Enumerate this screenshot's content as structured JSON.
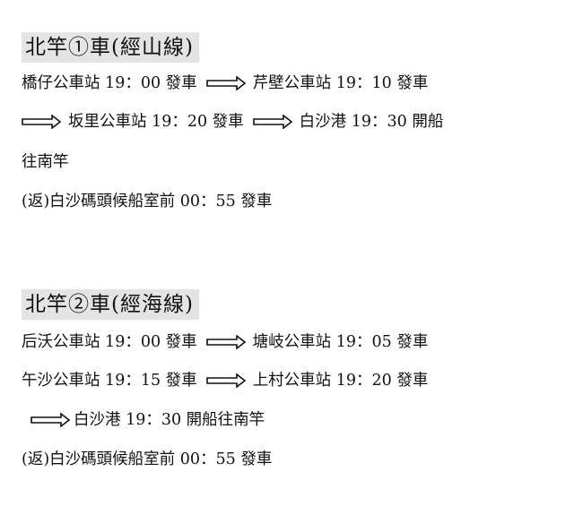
{
  "sections": [
    {
      "title": "北竿①車(經山線)",
      "lines": [
        {
          "segments": [
            "橋仔公車站 19：00 發車",
            "芹壁公車站 19：10 發車"
          ],
          "arrow_between": true,
          "lead_arrow": false
        },
        {
          "segments": [
            "坂里公車站 19：20 發車",
            "白沙港 19：30 開船"
          ],
          "arrow_between": true,
          "lead_arrow": true
        },
        {
          "segments": [
            "往南竿"
          ],
          "arrow_between": false,
          "lead_arrow": false
        },
        {
          "segments": [
            "(返)白沙碼頭候船室前 00：55 發車"
          ],
          "arrow_between": false,
          "lead_arrow": false
        }
      ]
    },
    {
      "title": "北竿②車(經海線)",
      "lines": [
        {
          "segments": [
            "后沃公車站 19：00 發車",
            "塘岐公車站 19：05 發車"
          ],
          "arrow_between": true,
          "lead_arrow": false
        },
        {
          "segments": [
            "午沙公車站 19：15 發車",
            "上村公車站 19：20 發車"
          ],
          "arrow_between": true,
          "lead_arrow": false
        },
        {
          "segments": [
            "白沙港 19：30 開船往南竿"
          ],
          "arrow_between": false,
          "lead_arrow": true
        },
        {
          "segments": [
            "(返)白沙碼頭候船室前 00：55 發車"
          ],
          "arrow_between": false,
          "lead_arrow": false
        }
      ]
    }
  ],
  "icons": {
    "arrow": "right-outline-arrow-icon"
  }
}
